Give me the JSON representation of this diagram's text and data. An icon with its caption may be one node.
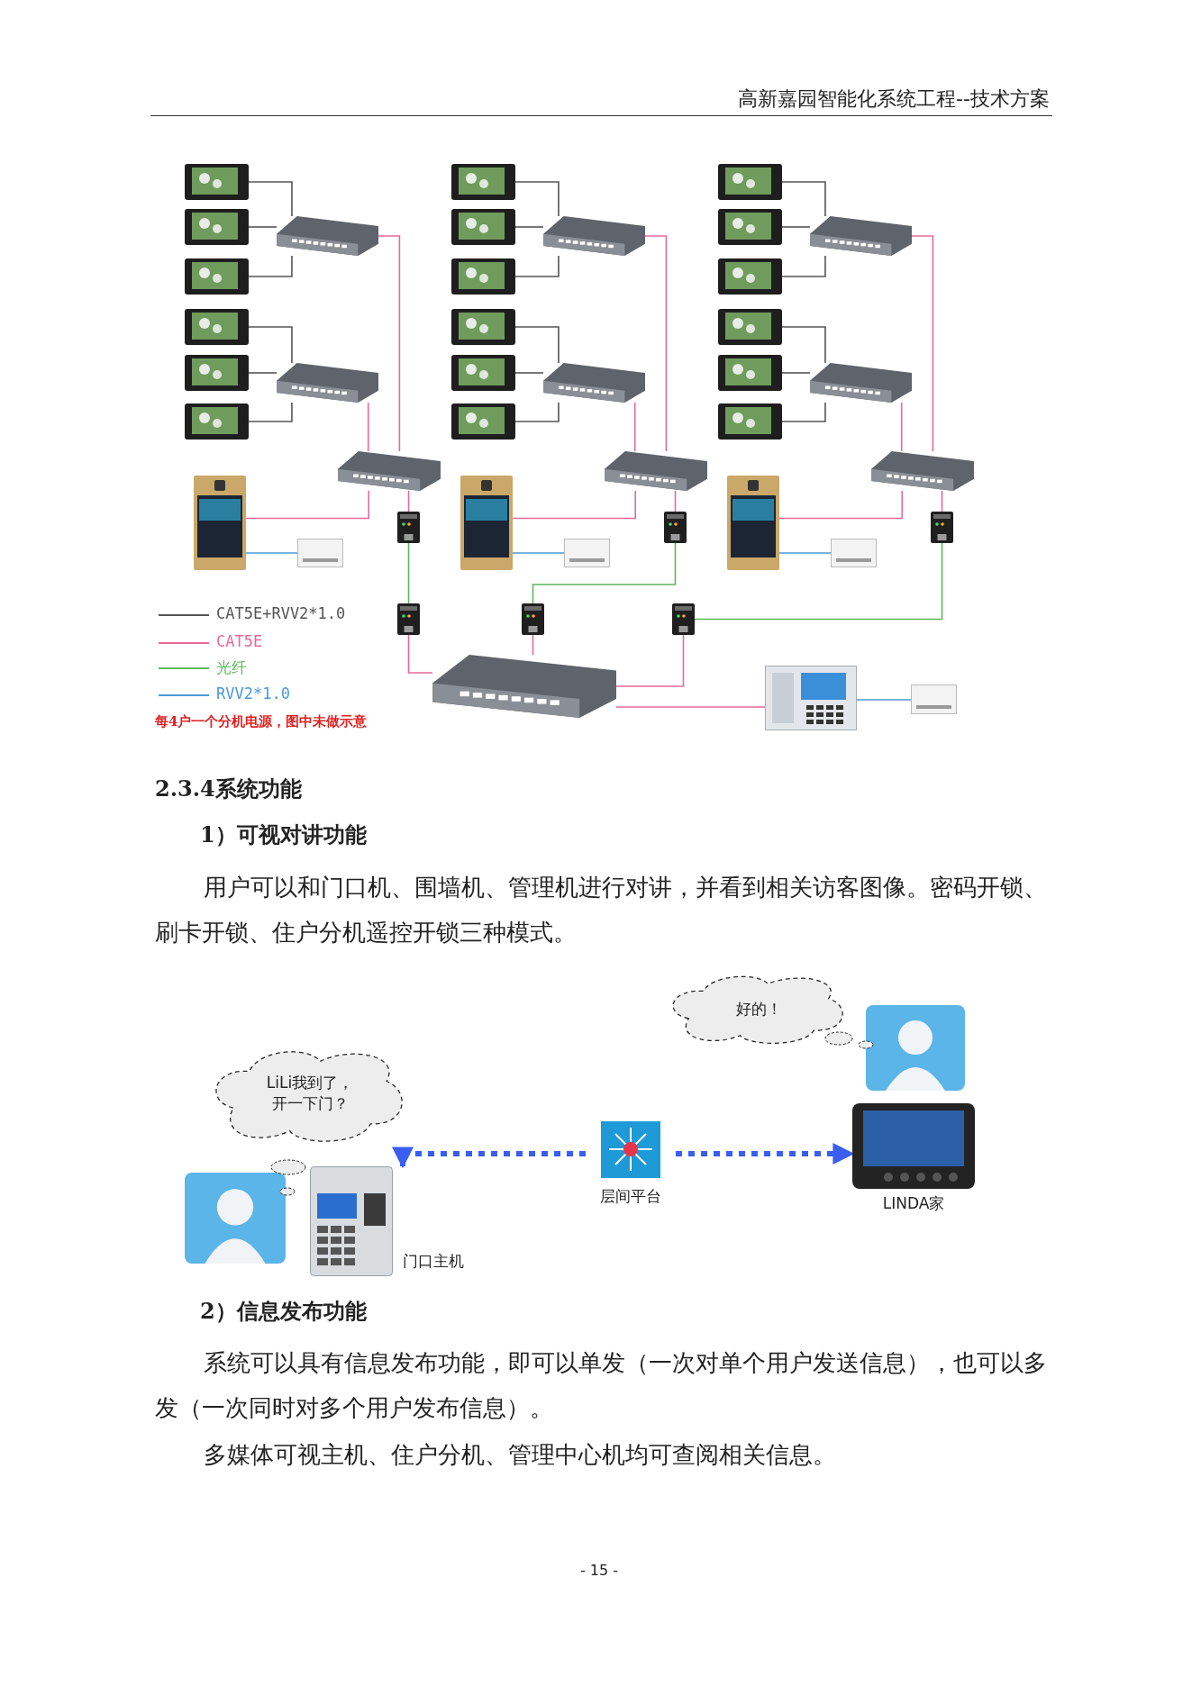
{
  "diagram": {
    "nodes": [
      {
        "text": [],
        "shape": "picture"
      },
      {
        "text": [],
        "shape": "picture"
      },
      {
        "text": [],
        "shape": "picture"
      },
      {
        "text": [],
        "shape": "picture"
      },
      {
        "text": [],
        "shape": "picture"
      },
      {
        "text": [],
        "shape": "picture"
      },
      {
        "text": [],
        "shape": "picture"
      },
      {
        "text": [],
        "shape": "picture"
      },
      {
        "text": [],
        "shape": "picture"
      },
      {
        "text": [],
        "shape": "picture"
      },
      {
        "text": [],
        "shape": "picture"
      },
      {
        "text": [],
        "shape": "picture"
      },
      {
        "text": [],
        "shape": "picture"
      },
      {
        "text": [],
        "shape": "picture"
      },
      {
        "text": [],
        "shape": "picture"
      },
      {
        "text": [],
        "shape": "picture"
      },
      {
        "text": [],
        "shape": "picture"
      },
      {
        "text": [],
        "shape": "picture"
      },
      {
        "text": [],
        "shape": "picture"
      },
      {
        "text": [],
        "shape": "picture"
      },
      {
        "text": [],
        "shape": "picture"
      },
      {
        "text": [],
        "shape": "picture"
      },
      {
        "text": [],
        "shape": "picture"
      },
      {
        "text": [],
        "shape": "picture"
      },
      {
        "text": [],
        "shape": "picture"
      },
      {
        "text": [],
        "shape": "picture"
      },
      {
        "text": [],
        "shape": "picture"
      },
      {
        "text": [],
        "shape": "picture"
      },
      {
        "text": [],
        "shape": "picture"
      },
      {
        "text": [],
        "shape": "picture"
      },
      {
        "text": [],
        "shape": "picture"
      },
      {
        "text": [],
        "shape": "picture"
      },
      {
        "text": [],
        "shape": "picture"
      },
      {
        "text": [],
        "shape": "picture"
      },
      {
        "text": [],
        "shape": "picture"
      },
      {
        "text": [],
        "shape": "picture"
      },
      {
        "text": [],
        "shape": "picture"
      },
      {
        "text": [],
        "shape": "picture"
      },
      {
        "text": [],
        "shape": "picture"
      },
      {
        "text": [],
        "shape": "picture"
      },
      {
        "text": [],
        "shape": "picture"
      },
      {
        "text": [],
        "shape": "picture"
      },
      {
        "text": [
          "LiLi我到了，开一下门？"
        ]
      },
      {
        "text": [],
        "shape": "person"
      },
      {
        "text": [
          "门口主机"
        ]
      },
      {
        "text": [
          "层间平台"
        ]
      },
      {
        "text": [
          "好的！"
        ]
      },
      {
        "text": [],
        "shape": "person"
      },
      {
        "text": [
          "LINDA家"
        ]
      }
    ],
    "edges": [
      {
        "from": 0,
        "to": 6,
        "arrow": "none"
      },
      {
        "from": 1,
        "to": 6,
        "arrow": "none"
      },
      {
        "from": 2,
        "to": 6,
        "arrow": "none"
      },
      {
        "from": 3,
        "to": 7,
        "arrow": "none"
      },
      {
        "from": 4,
        "to": 7,
        "arrow": "none"
      },
      {
        "from": 5,
        "to": 7,
        "arrow": "none"
      },
      {
        "from": 6,
        "to": 8,
        "arrow": "none",
        "color": "#e8699a"
      },
      {
        "from": 7,
        "to": 8,
        "arrow": "none",
        "color": "#e8699a"
      },
      {
        "from": 8,
        "to": 9,
        "arrow": "none",
        "color": "#e8699a"
      },
      {
        "from": 9,
        "to": 10,
        "arrow": "none",
        "color": "#4a9ad8"
      },
      {
        "from": 8,
        "to": 11,
        "arrow": "none",
        "color": "#e8699a"
      },
      {
        "from": 11,
        "to": 36,
        "arrow": "none",
        "color": "#5cb85c"
      },
      {
        "from": 12,
        "to": 18,
        "arrow": "none"
      },
      {
        "from": 13,
        "to": 18,
        "arrow": "none"
      },
      {
        "from": 14,
        "to": 18,
        "arrow": "none"
      },
      {
        "from": 15,
        "to": 19,
        "arrow": "none"
      },
      {
        "from": 16,
        "to": 19,
        "arrow": "none"
      },
      {
        "from": 17,
        "to": 19,
        "arrow": "none"
      },
      {
        "from": 18,
        "to": 20,
        "arrow": "none",
        "color": "#e8699a"
      },
      {
        "from": 19,
        "to": 20,
        "arrow": "none",
        "color": "#e8699a"
      },
      {
        "from": 20,
        "to": 21,
        "arrow": "none",
        "color": "#e8699a"
      },
      {
        "from": 21,
        "to": 22,
        "arrow": "none",
        "color": "#4a9ad8"
      },
      {
        "from": 20,
        "to": 23,
        "arrow": "none",
        "color": "#e8699a"
      },
      {
        "from": 23,
        "to": 37,
        "arrow": "none",
        "color": "#5cb85c"
      },
      {
        "from": 24,
        "to": 30,
        "arrow": "none"
      },
      {
        "from": 25,
        "to": 30,
        "arrow": "none"
      },
      {
        "from": 26,
        "to": 30,
        "arrow": "none"
      },
      {
        "from": 27,
        "to": 31,
        "arrow": "none"
      },
      {
        "from": 28,
        "to": 31,
        "arrow": "none"
      },
      {
        "from": 29,
        "to": 31,
        "arrow": "none"
      },
      {
        "from": 30,
        "to": 32,
        "arrow": "none",
        "color": "#e8699a"
      },
      {
        "from": 31,
        "to": 32,
        "arrow": "none",
        "color": "#e8699a"
      },
      {
        "from": 32,
        "to": 33,
        "arrow": "none",
        "color": "#e8699a"
      },
      {
        "from": 33,
        "to": 34,
        "arrow": "none",
        "color": "#4a9ad8"
      },
      {
        "from": 32,
        "to": 35,
        "arrow": "none",
        "color": "#e8699a"
      },
      {
        "from": 35,
        "to": 38,
        "arrow": "none",
        "color": "#5cb85c"
      },
      {
        "from": 36,
        "to": 39,
        "arrow": "none",
        "color": "#e8699a"
      },
      {
        "from": 37,
        "to": 39,
        "arrow": "none",
        "color": "#e8699a"
      },
      {
        "from": 38,
        "to": 39,
        "arrow": "none",
        "color": "#e8699a"
      },
      {
        "from": 39,
        "to": 40,
        "arrow": "none",
        "color": "#e8699a"
      },
      {
        "from": 40,
        "to": 41,
        "arrow": "none",
        "color": "#4a9ad8"
      },
      {
        "from": 45,
        "to": 44,
        "arrow": "to",
        "style": "dashed",
        "color": "#3a5ef0"
      },
      {
        "from": 45,
        "to": 48,
        "arrow": "to",
        "style": "dashed",
        "color": "#3a5ef0"
      }
    ],
    "labels": [
      "高新嘉园智能化系统工程--技术方案",
      "每4户一个分机电源，图中未做示意",
      "2.3.4系统功能",
      "1）可视对讲功能",
      "用户可以和门口机、围墙机、管理机进行对讲，并看到相关访客图像。密码开锁、刷卡开锁、住户分机遥控开锁三种模式。",
      "2）信息发布功能",
      "系统可以具有信息发布功能，即可以单发（一次对单个用户发送信息），也可以多发（一次同时对多个用户发布信息）。",
      "多媒体可视主机、住户分机、管理中心机均可查阅相关信息。",
      "- 15 -"
    ],
    "legend": [
      {
        "text": "CAT5E+RVV2*1.0"
      },
      {
        "text": "CAT5E"
      },
      {
        "text": "光纤"
      },
      {
        "text": "RVV2*1.0"
      }
    ]
  }
}
